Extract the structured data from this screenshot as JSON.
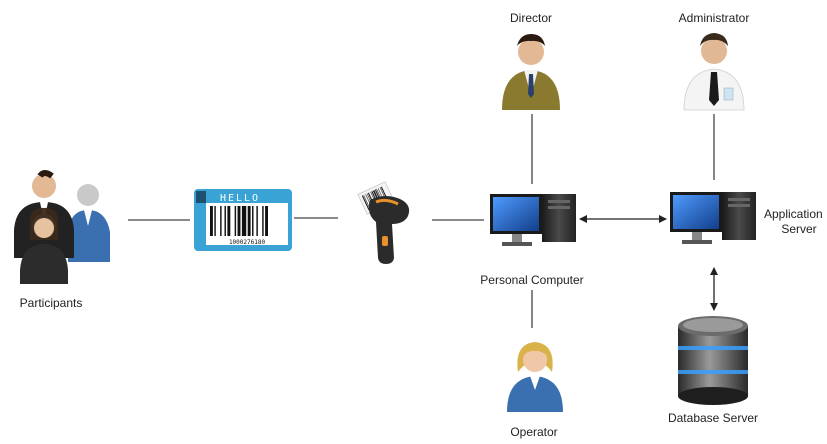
{
  "labels": {
    "director": "Director",
    "administrator": "Administrator",
    "participants": "Participants",
    "personal_computer": "Personal Computer",
    "application_server_line1": "Application",
    "application_server_line2": "Server",
    "operator": "Operator",
    "database_server": "Database Server"
  },
  "badge": {
    "header": "HELLO",
    "number": "1000276180"
  },
  "icons": {
    "participants": "people-group-icon",
    "badge": "barcode-badge-icon",
    "scanner": "barcode-scanner-icon",
    "director": "businessman-icon",
    "administrator": "administrator-icon",
    "operator": "operator-woman-icon",
    "personal_computer": "desktop-computer-icon",
    "application_server": "desktop-computer-icon",
    "database_server": "database-icon"
  },
  "colors": {
    "line": "#444444",
    "badge_blue": "#3aa3d6",
    "suit_olive": "#8a7a30",
    "suit_blue": "#3a6fb0",
    "screen_blue": "#1f5fb8",
    "db_glow": "#3aa0ff"
  }
}
